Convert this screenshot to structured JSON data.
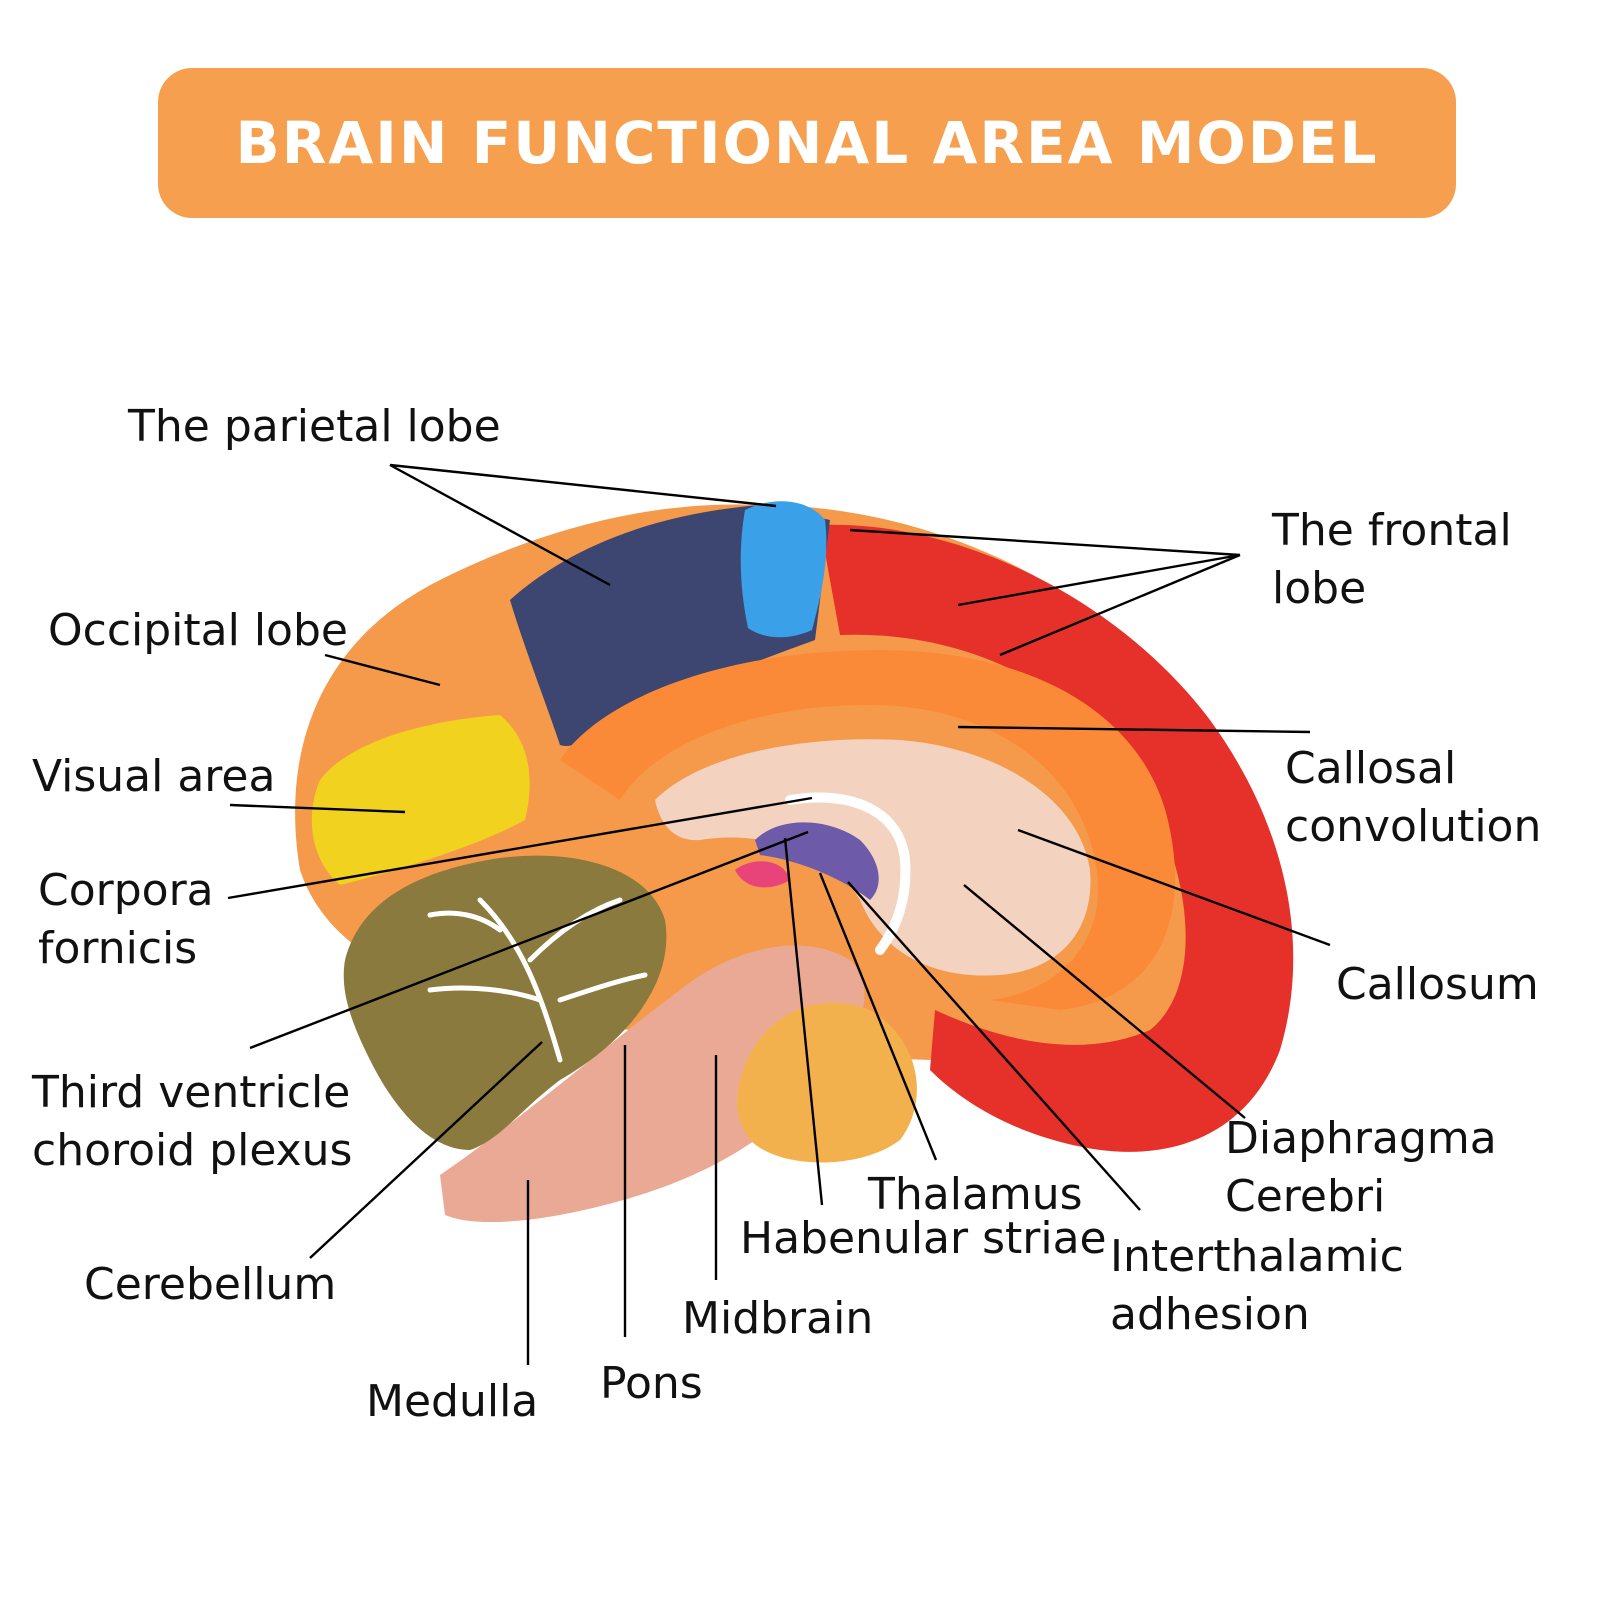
{
  "title": "BRAIN FUNCTIONAL AREA MODEL",
  "colors": {
    "banner": "#f6a04f",
    "parietal": "#3c4670",
    "parietal_accent": "#3aa0e8",
    "frontal": "#e5312a",
    "occipital": "#f59a4a",
    "visual": "#f1d21f",
    "callosal": "#f9883b",
    "cerebellum": "#8a7a3e",
    "brainstem": "#e9a994"
  },
  "labels": {
    "parietal": "The parietal lobe",
    "frontal_1": "The frontal",
    "frontal_2": "lobe",
    "occipital": "Occipital lobe",
    "visual": "Visual area",
    "callosal_1": "Callosal",
    "callosal_2": "convolution",
    "corpora_1": "Corpora",
    "corpora_2": "fornicis",
    "callosum": "Callosum",
    "third_1": "Third ventricle",
    "third_2": "choroid plexus",
    "diaphragma_1": "Diaphragma",
    "diaphragma_2": "Cerebri",
    "thalamus": "Thalamus",
    "habenular": "Habenular striae",
    "interthalamic_1": "Interthalamic",
    "interthalamic_2": "adhesion",
    "cerebellum": "Cerebellum",
    "midbrain": "Midbrain",
    "medulla": "Medulla",
    "pons": "Pons"
  }
}
